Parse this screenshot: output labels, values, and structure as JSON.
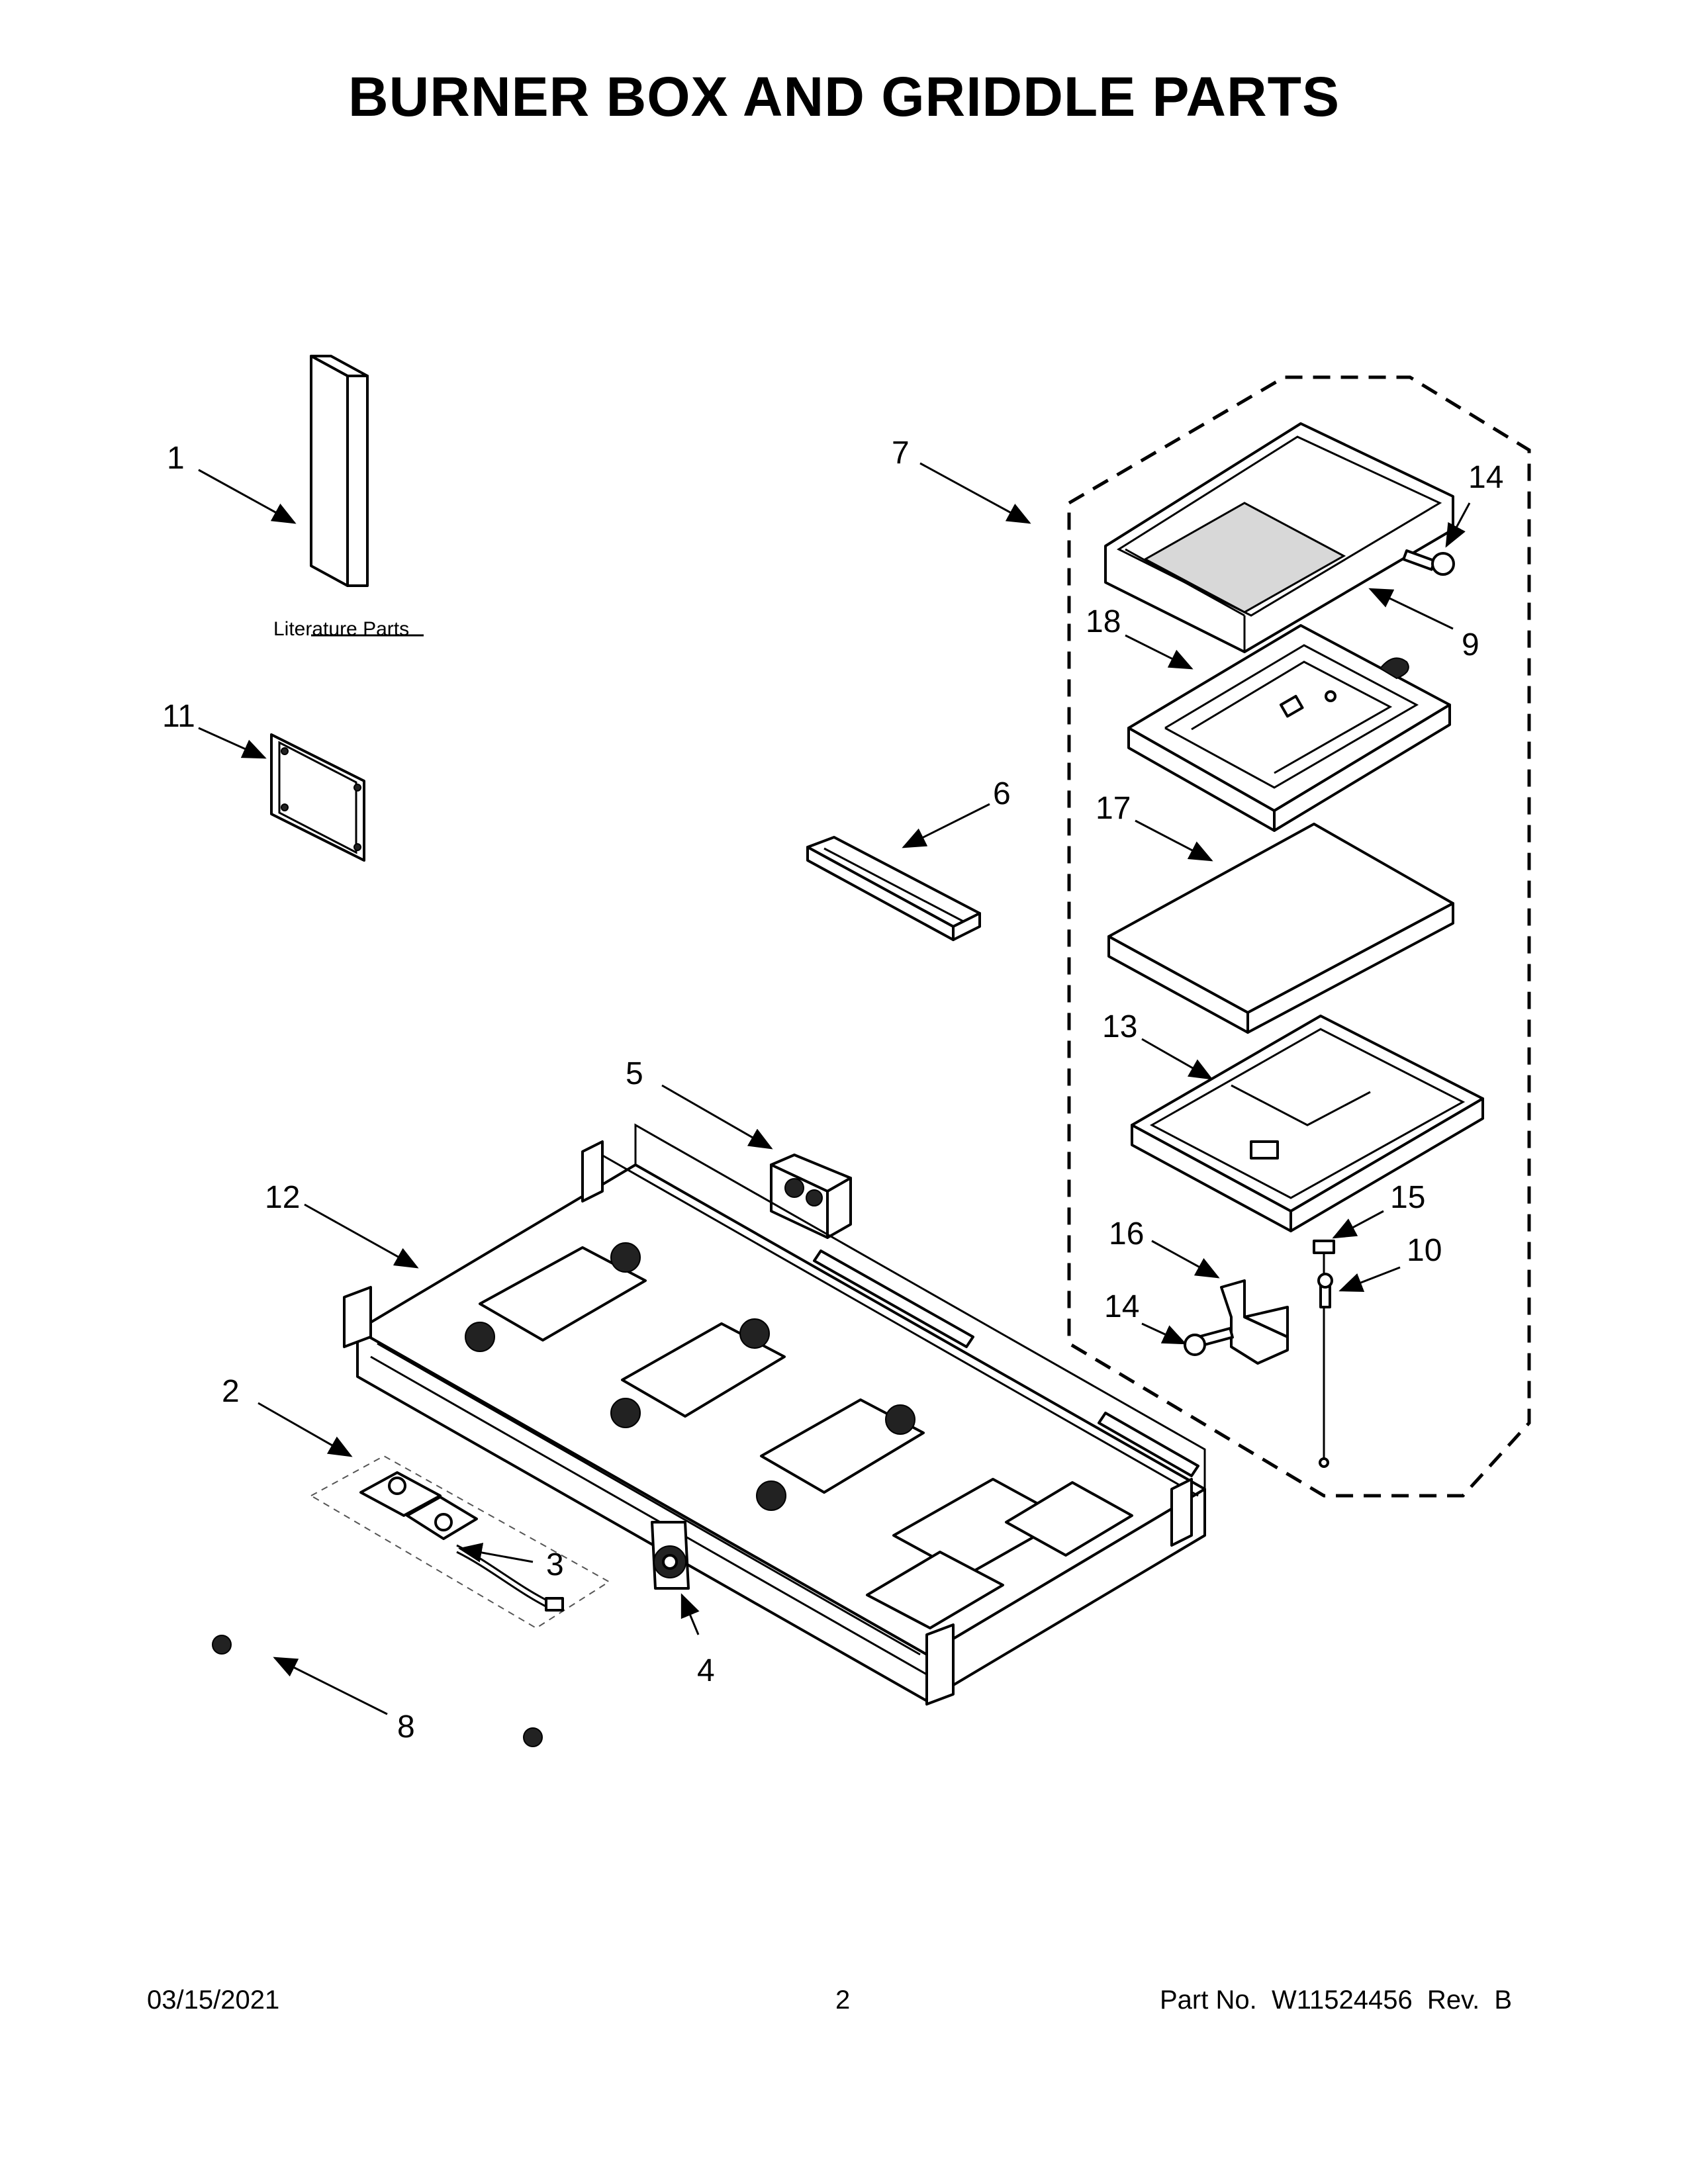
{
  "page_title": "BURNER BOX AND GRIDDLE PARTS",
  "literature_label": "Literature Parts",
  "callouts": {
    "c1": "1",
    "c2": "2",
    "c3": "3",
    "c4": "4",
    "c5": "5",
    "c6": "6",
    "c7": "7",
    "c8": "8",
    "c9": "9",
    "c10": "10",
    "c11": "11",
    "c12": "12",
    "c13": "13",
    "c14a": "14",
    "c14b": "14",
    "c15": "15",
    "c16": "16",
    "c17": "17",
    "c18": "18"
  },
  "footer": {
    "date": "03/15/2021",
    "page_number": "2",
    "part_no": "Part No.  W11524456  Rev.  B"
  }
}
